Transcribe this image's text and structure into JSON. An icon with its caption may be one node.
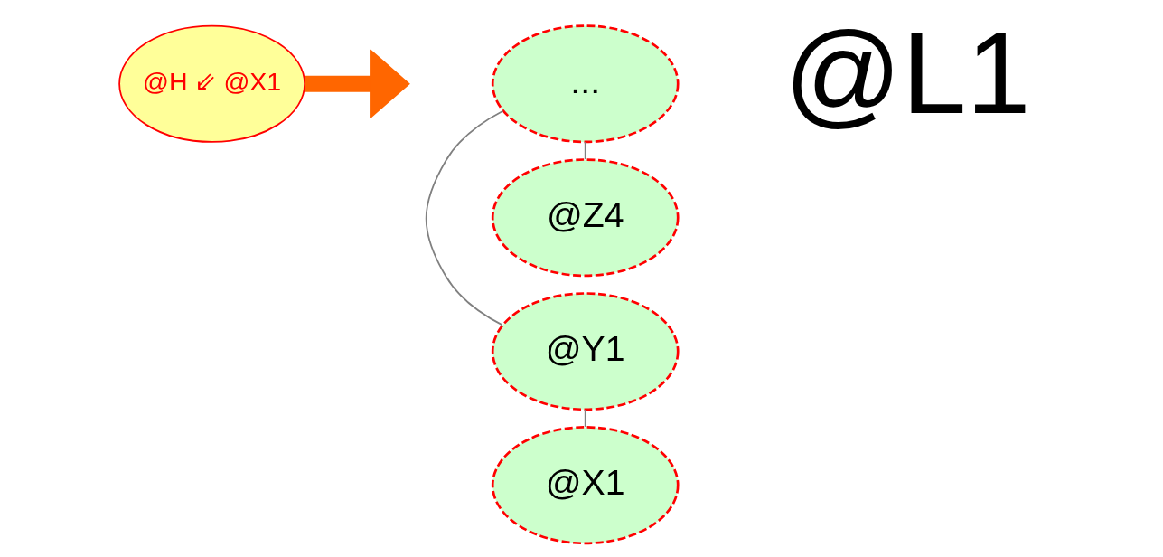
{
  "diagram": {
    "nodes": [
      {
        "text": [
          "@H ⇙ @X1"
        ]
      },
      {
        "text": [
          "@X1"
        ]
      },
      {
        "text": [
          "@Y1"
        ]
      },
      {
        "text": [
          "..."
        ]
      },
      {
        "text": [
          "@Z4"
        ]
      }
    ],
    "edges": [
      {
        "from": 0,
        "to": null,
        "arrow": "to",
        "style": "thick",
        "color": "#ff6600"
      },
      {
        "from": 1,
        "to": 2,
        "arrow": "none"
      },
      {
        "from": 2,
        "to": 3,
        "arrow": "none"
      },
      {
        "from": 3,
        "to": 4,
        "arrow": "none"
      }
    ],
    "labels": [
      "@L1"
    ]
  }
}
